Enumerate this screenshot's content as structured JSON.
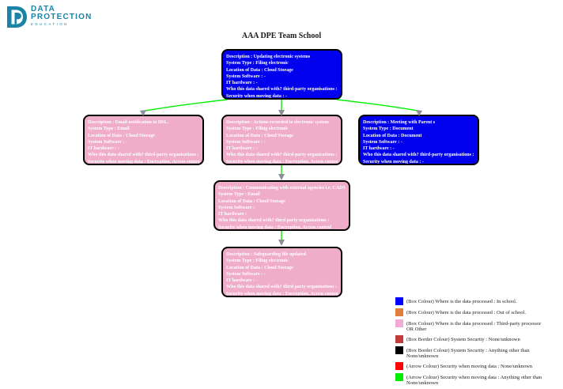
{
  "logo": {
    "line1": "DATA",
    "line2": "PROTECTION",
    "subtitle": "EDUCATION",
    "color": "#1b84a6"
  },
  "title": "AAA DPE Team School",
  "colors": {
    "node_blue": "#0000ee",
    "node_pink": "#efadca",
    "node_border": "#000000",
    "arrow_green": "#00ee00",
    "arrowhead_gray": "#8d8d97"
  },
  "nodes": [
    {
      "variant": "blue",
      "lines": [
        "Description : Updating electronic systems",
        "System Type : Filing electronic",
        "Location of Data : Cloud Storage",
        "System Software : -",
        "IT hardware : -",
        "Who this data shared with? third-party organisations : -",
        "Security when moving data : -"
      ]
    },
    {
      "variant": "pink",
      "lines": [
        "Description : Email notification to DSL.",
        "System Type : Email",
        "Location of Data : Cloud Storage",
        "System Software : -",
        "IT hardware : -",
        "Who this data shared with? third-party organisations : -",
        "Security when moving data : Encryption, Access control"
      ]
    },
    {
      "variant": "pink",
      "lines": [
        "Description : Actions recorded to electronic system",
        "System Type : Filing electronic",
        "Location of Data : Cloud Storage",
        "System Software : -",
        "IT hardware : -",
        "Who this data shared with? third-party organisations : -",
        "Security when moving data : Encryption, Access control"
      ]
    },
    {
      "variant": "blue",
      "lines": [
        "Description : Meeting with Parent s",
        "System Type : Document",
        "Location of Data : Document",
        "System Software : -",
        "IT hardware : -",
        "Who this data shared with? third-party organisations : -",
        "Security when moving data : -"
      ]
    },
    {
      "variant": "pink",
      "lines": [
        "Description : Communicating with external agencies i.e. CADS",
        "System Type : Email",
        "Location of Data : Cloud Storage",
        "System Software : ",
        "IT hardware : ",
        "Who this data shared with? third party organizations : ",
        "Security when moving data : Encryption, Access control"
      ]
    },
    {
      "variant": "pink",
      "lines": [
        "Description : Safeguarding file updated",
        "System Type : Filing electronic",
        "Location of Data : Cloud Storage",
        "System Software : -",
        "IT hardware : -",
        "Who this data shared with? third party organisations : -",
        "Security when moving data : Encryption, Access control"
      ]
    }
  ],
  "legend": {
    "items": [
      {
        "swatch": "#0000ff",
        "label": "(Box Colour) Where is the data processed : In school."
      },
      {
        "swatch": "#e07e3e",
        "label": "(Box Colour) Where is the data processed : Out of school."
      },
      {
        "swatch": "#f2abd4",
        "label": "(Box Colour) Where is the data processed : Third-party processor OR Other"
      },
      {
        "swatch": "#c23b3b",
        "label": "(Box Border Colour) System Security : None/unknown"
      },
      {
        "swatch": "#000000",
        "label": "(Box Border Colour) System Security : Anything other than None/unknown"
      },
      {
        "swatch": "#ff0000",
        "label": "(Arrow Colour) Security when moving data : None/unknown"
      },
      {
        "swatch": "#00ee00",
        "label": "(Arrow Colour) Security when moving data : Anything other than None/unknown"
      }
    ]
  }
}
